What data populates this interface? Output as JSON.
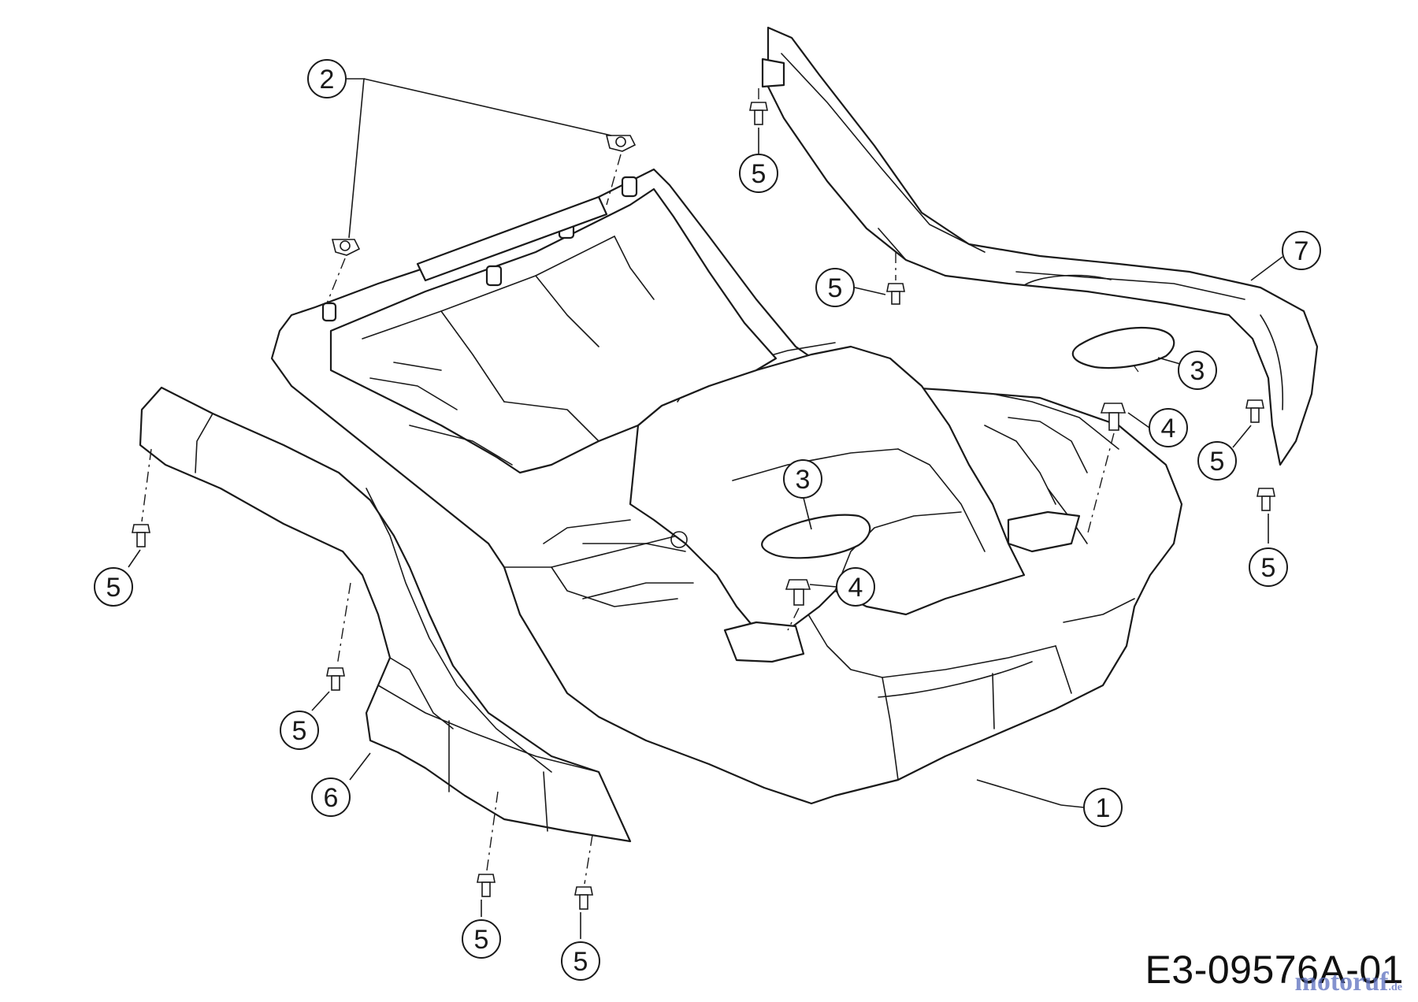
{
  "diagram": {
    "drawing_code": "E3-09576A-01",
    "watermark": "motoruf",
    "watermark_suffix": ".de",
    "callouts": [
      {
        "id": "c2",
        "label": "2"
      },
      {
        "id": "c5a",
        "label": "5"
      },
      {
        "id": "c5b",
        "label": "5"
      },
      {
        "id": "c7",
        "label": "7"
      },
      {
        "id": "c3a",
        "label": "3"
      },
      {
        "id": "c4a",
        "label": "4"
      },
      {
        "id": "c5c",
        "label": "5"
      },
      {
        "id": "c5d",
        "label": "5"
      },
      {
        "id": "c3b",
        "label": "3"
      },
      {
        "id": "c4b",
        "label": "4"
      },
      {
        "id": "c5e",
        "label": "5"
      },
      {
        "id": "c5f",
        "label": "5"
      },
      {
        "id": "c6",
        "label": "6"
      },
      {
        "id": "c1",
        "label": "1"
      },
      {
        "id": "c5g",
        "label": "5"
      },
      {
        "id": "c5h",
        "label": "5"
      }
    ]
  }
}
